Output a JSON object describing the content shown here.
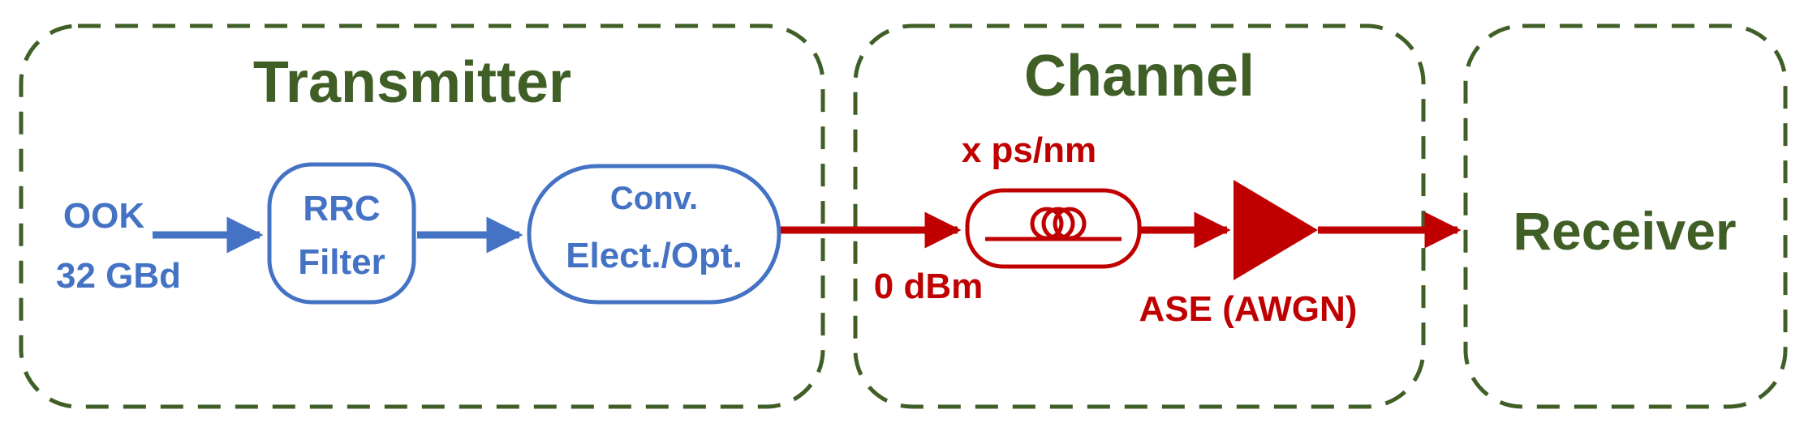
{
  "colors": {
    "section_border": "#3f5f26",
    "transmitter_elements": "#4472c4",
    "channel_elements": "#c00000",
    "background": "#ffffff"
  },
  "sections": {
    "transmitter": {
      "title": "Transmitter"
    },
    "channel": {
      "title": "Channel"
    },
    "receiver": {
      "title": "Receiver"
    }
  },
  "transmitter": {
    "input_line1": "OOK",
    "input_line2": "32 GBd",
    "filter_line1": "RRC",
    "filter_line2": "Filter",
    "converter_line1": "Conv.",
    "converter_line2": "Elect./Opt."
  },
  "channel": {
    "launch_power": "0 dBm",
    "dispersion": "x ps/nm",
    "amplifier_noise": "ASE (AWGN)"
  },
  "icons": {
    "fiber": "fiber-spool-icon",
    "amplifier": "amplifier-triangle-icon",
    "arrow": "arrow-right-icon"
  }
}
